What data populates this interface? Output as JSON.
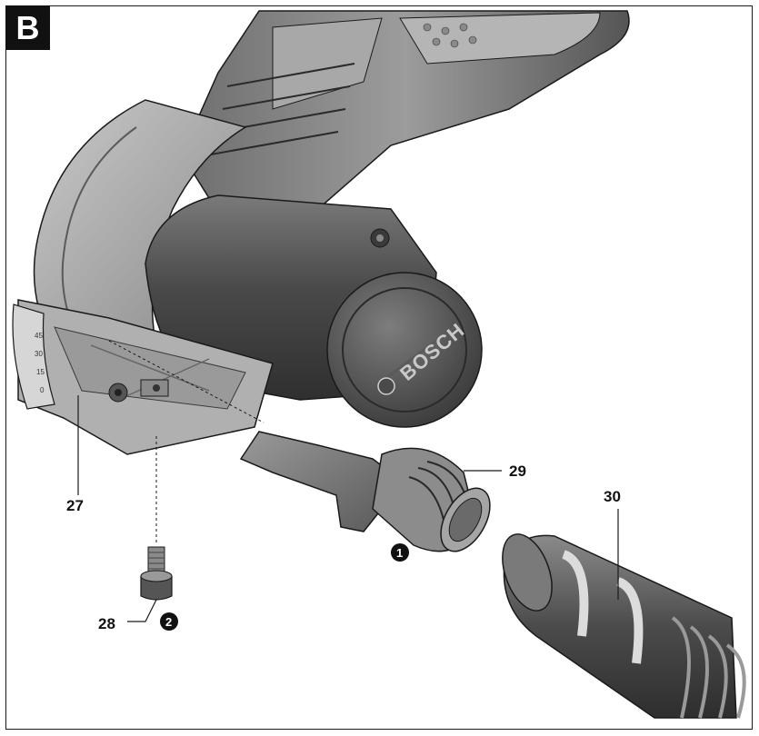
{
  "figure": {
    "badge": "B",
    "brand": "BOSCH"
  },
  "callouts": {
    "blade_guard_lever": "27",
    "screw": "28",
    "adapter": "29",
    "vacuum_hose": "30"
  },
  "steps": {
    "step1": "1",
    "step2": "2"
  },
  "scale_marks": [
    "45",
    "30",
    "15",
    "0"
  ],
  "colors": {
    "body_dark": "#5a5a5a",
    "body_mid": "#8c8c8c",
    "body_light": "#b8b8b8",
    "outline": "#1a1a1a"
  }
}
